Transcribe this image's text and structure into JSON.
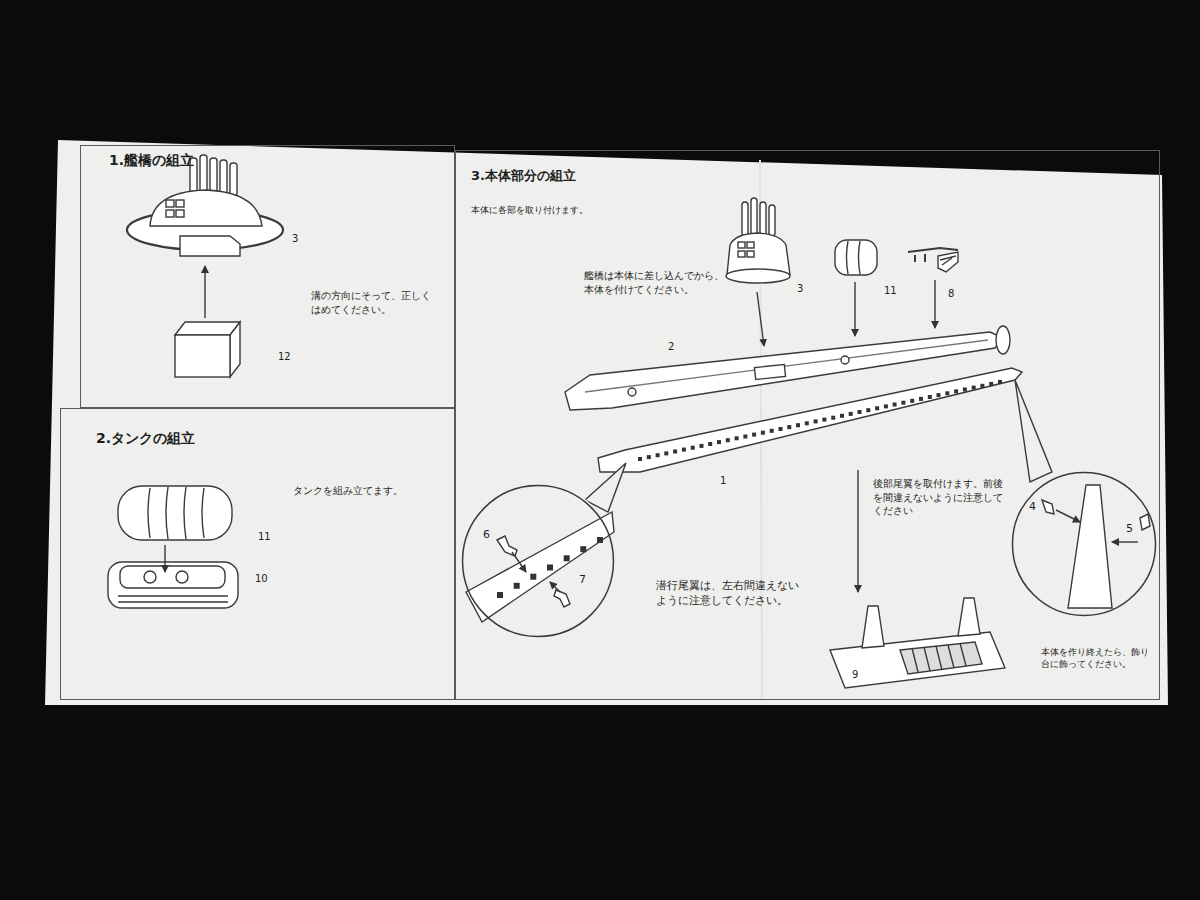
{
  "diagram": {
    "nodes": [
      {
        "text": [
          "1.艦橋の組立",
          "溝の方向にそって、正しく はめてください。"
        ]
      },
      {
        "text": [
          "2.タンクの組立",
          "タンクを組み立てます。"
        ]
      },
      {
        "text": [
          "3.本体部分の組立",
          "本体に各部を取り付けます。",
          "艦橋は本体に差し込んでから、 本体を付けてください。",
          "後部尾翼を取付けます。前後 を間違えないように注意して ください",
          "潜行尾翼は、左右間違えない ように注意してください。",
          "本体を作り終えたら、飾り 台に飾ってください。"
        ]
      },
      {
        "text": [
          "6",
          "7"
        ],
        "in": 2
      },
      {
        "text": [
          "4",
          "5"
        ],
        "in": 2
      }
    ],
    "labels": [
      "3",
      "12",
      "11",
      "10",
      "3",
      "11",
      "8",
      "2",
      "1",
      "9"
    ]
  }
}
